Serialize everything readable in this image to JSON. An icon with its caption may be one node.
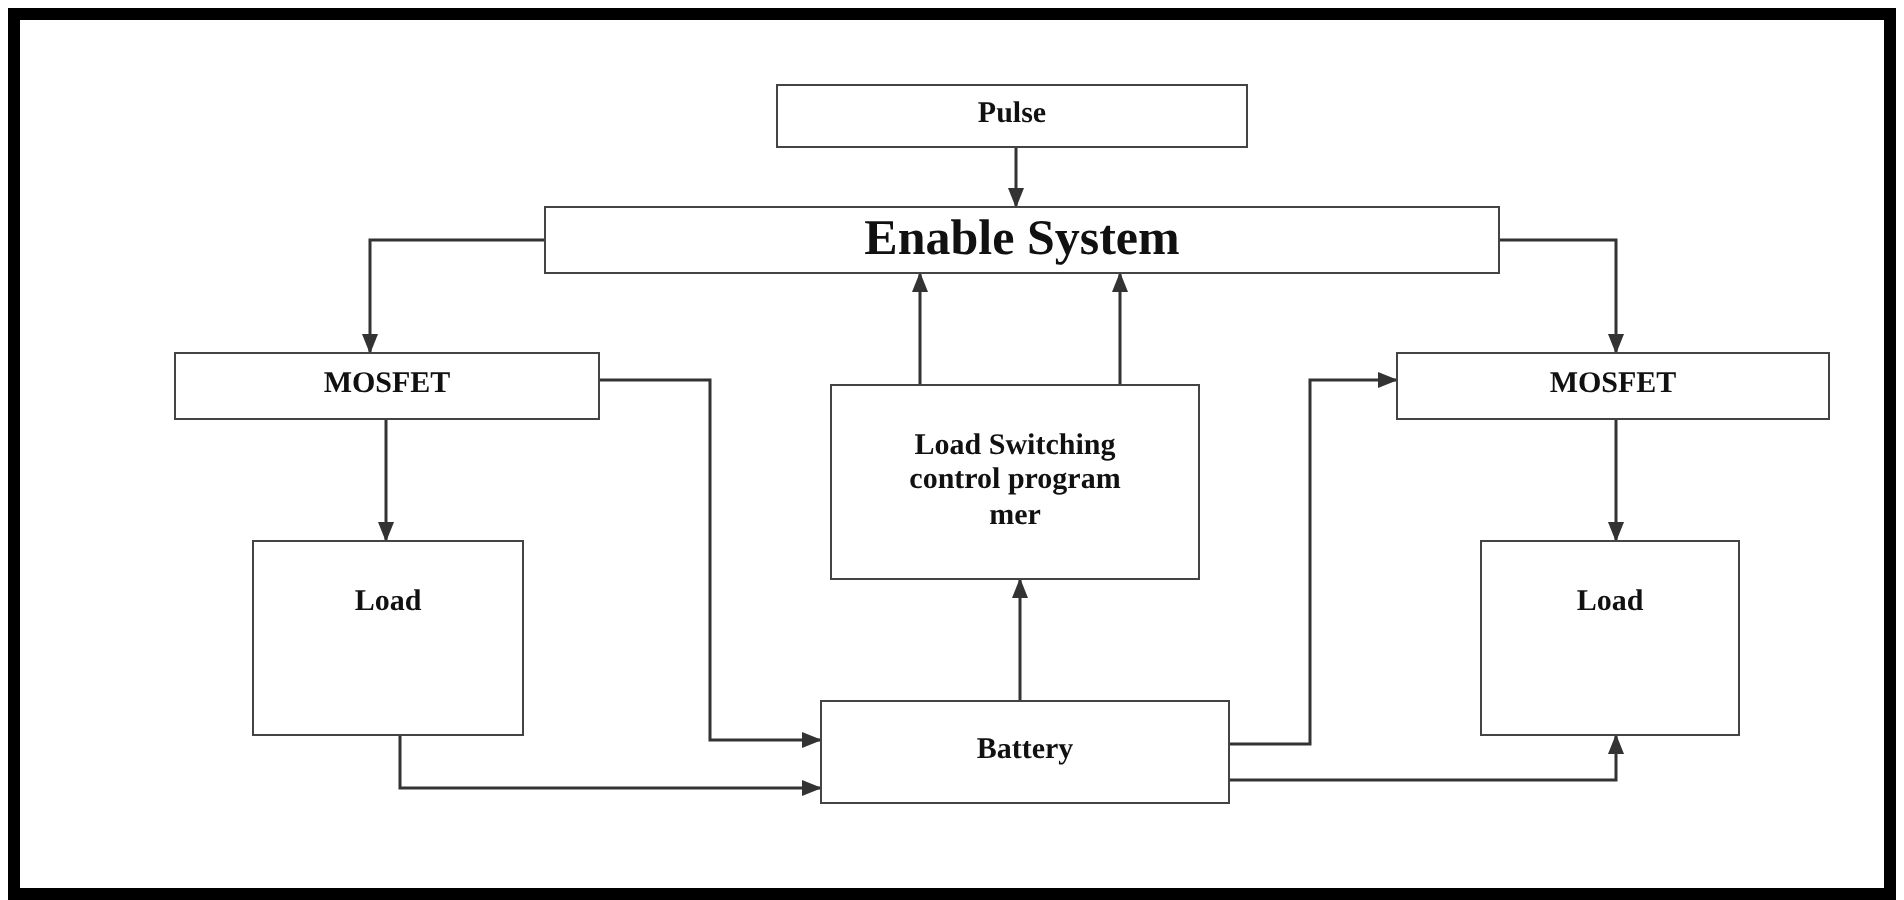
{
  "diagram": {
    "nodes": [
      {
        "text": [
          "Pulse"
        ]
      },
      {
        "text": [
          "Enable System"
        ]
      },
      {
        "text": [
          "MOSFET"
        ]
      },
      {
        "text": [
          "Load Switching control program mer"
        ]
      },
      {
        "text": [
          "MOSFET"
        ]
      },
      {
        "text": [
          "Load"
        ]
      },
      {
        "text": [
          "Load"
        ]
      },
      {
        "text": [
          "Battery"
        ]
      }
    ],
    "edges": [
      {
        "from": 0,
        "to": 1,
        "arrow": "to"
      },
      {
        "from": 1,
        "to": 2,
        "arrow": "to"
      },
      {
        "from": 1,
        "to": 4,
        "arrow": "to"
      },
      {
        "from": 3,
        "to": 1,
        "arrow": "to"
      },
      {
        "from": 3,
        "to": 1,
        "arrow": "to"
      },
      {
        "from": 2,
        "to": 5,
        "arrow": "to"
      },
      {
        "from": 4,
        "to": 6,
        "arrow": "to"
      },
      {
        "from": 2,
        "to": 7,
        "arrow": "to"
      },
      {
        "from": 5,
        "to": 7,
        "arrow": "to"
      },
      {
        "from": 7,
        "to": 3,
        "arrow": "to"
      },
      {
        "from": 7,
        "to": 4,
        "arrow": "to"
      },
      {
        "from": 7,
        "to": 6,
        "arrow": "to"
      }
    ]
  }
}
